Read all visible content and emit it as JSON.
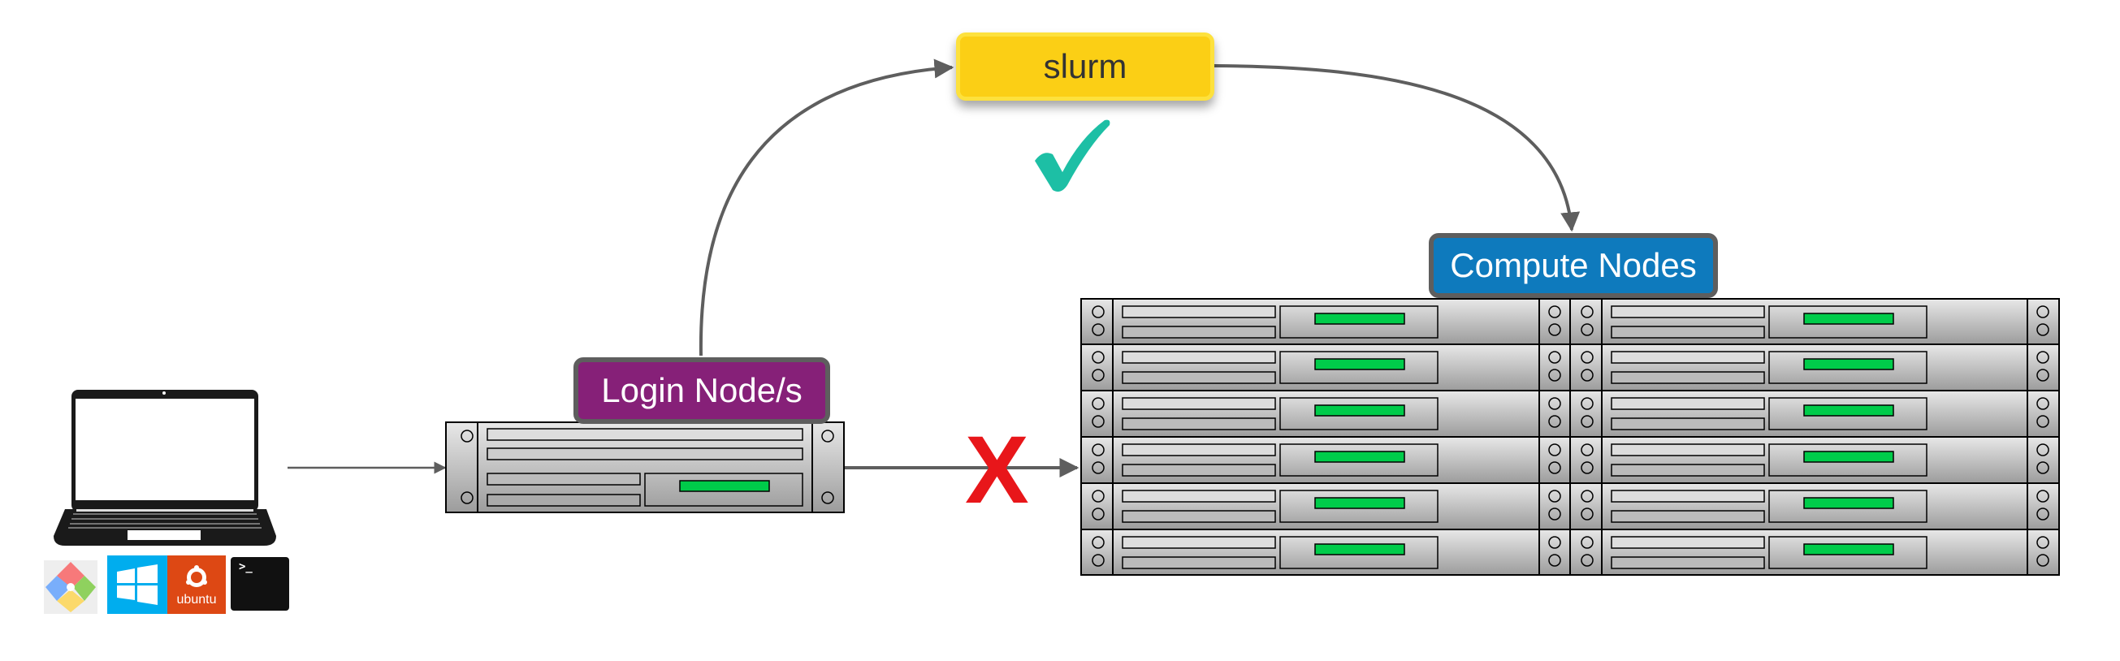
{
  "diagram": {
    "nodes": {
      "login": {
        "label": "Login Node/s",
        "color": "#862078"
      },
      "scheduler": {
        "label": "slurm",
        "color": "#fbcf15"
      },
      "compute": {
        "label": "Compute Nodes",
        "color": "#0e7abd",
        "rows": 6,
        "columns": 2
      }
    },
    "client": {
      "device": "laptop",
      "os_icons": [
        {
          "name": "git-icon",
          "label": ""
        },
        {
          "name": "windows-icon",
          "label": ""
        },
        {
          "name": "ubuntu-icon",
          "label": "ubuntu"
        },
        {
          "name": "terminal-icon",
          "label": ">_"
        }
      ]
    },
    "edges": [
      {
        "from": "laptop",
        "to": "login",
        "status": "allowed"
      },
      {
        "from": "login",
        "to": "slurm",
        "status": "allowed"
      },
      {
        "from": "slurm",
        "to": "compute",
        "status": "allowed"
      },
      {
        "from": "login",
        "to": "compute",
        "status": "blocked"
      }
    ],
    "status_marks": {
      "ok_symbol": "✔",
      "blocked_symbol": "X",
      "ok_color": "#1dbfa5",
      "blocked_color": "#e8161a"
    }
  }
}
